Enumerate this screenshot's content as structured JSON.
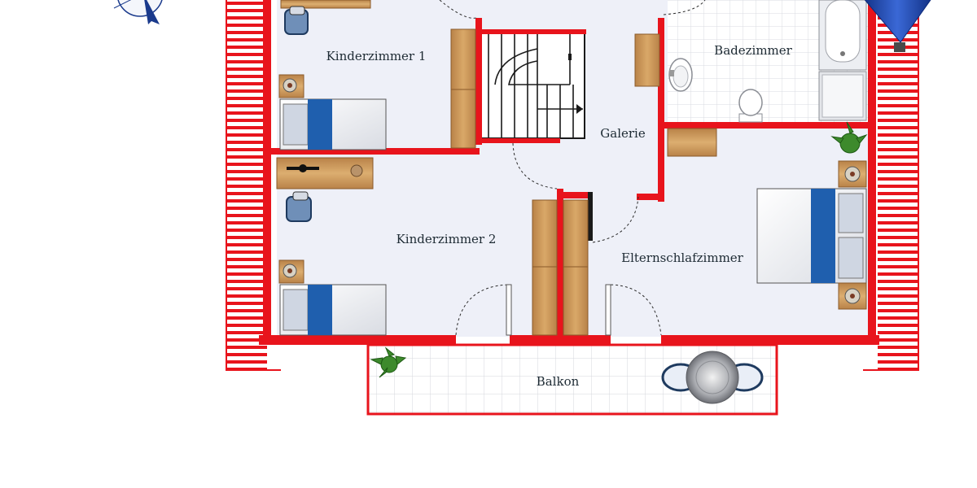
{
  "rooms": {
    "kinderzimmer_1": "Kinderzimmer 1",
    "kinderzimmer_2": "Kinderzimmer 2",
    "galerie": "Galerie",
    "badezimmer": "Badezimmer",
    "elternschlafzimmer": "Elternschlafzimmer",
    "balkon": "Balkon"
  },
  "colors": {
    "wall": "#e8141c",
    "floor": "#eef0f8",
    "tile_grid": "#d8dbe2",
    "wood": "#c8955a",
    "blanket": "#1f5fae",
    "compass": "#1a3a8c"
  }
}
